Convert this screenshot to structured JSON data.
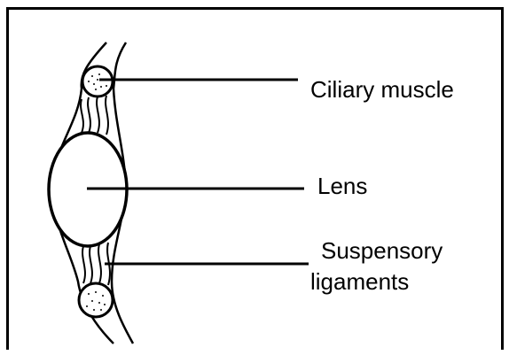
{
  "diagram": {
    "labels": {
      "ciliary_muscle": "Ciliary muscle",
      "lens": "Lens",
      "suspensory_line1": "Suspensory",
      "suspensory_line2": "ligaments"
    }
  }
}
